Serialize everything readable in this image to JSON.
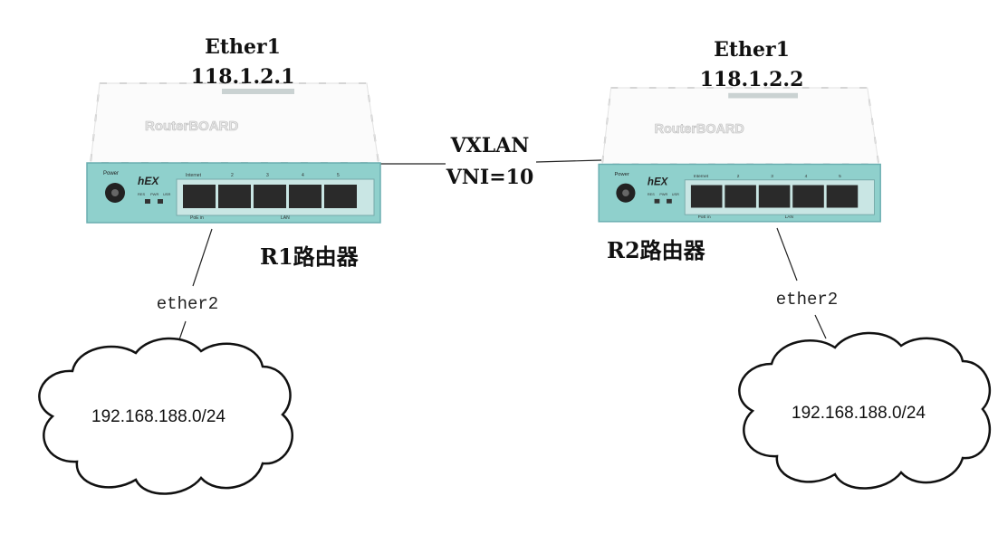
{
  "vxlan": {
    "line1": "VXLAN",
    "line2": "VNI=10"
  },
  "routers": [
    {
      "name": "R1路由器",
      "iface_name": "Ether1",
      "iface_ip": "118.1.2.1",
      "lan_iface": "ether2",
      "lan_subnet": "192.168.188.0/24",
      "device": {
        "brand": "RouterBOARD",
        "model": "hEX",
        "power": "Power",
        "ports": [
          "Internet",
          "2",
          "3",
          "4",
          "5"
        ],
        "poe": "PoE in",
        "lan": "LAN",
        "leds": [
          "RES",
          "PWR",
          "USR"
        ]
      }
    },
    {
      "name": "R2路由器",
      "iface_name": "Ether1",
      "iface_ip": "118.1.2.2",
      "lan_iface": "ether2",
      "lan_subnet": "192.168.188.0/24",
      "device": {
        "brand": "RouterBOARD",
        "model": "hEX",
        "power": "Power",
        "ports": [
          "Internet",
          "2",
          "3",
          "4",
          "5"
        ],
        "poe": "PoE in",
        "lan": "LAN",
        "leds": [
          "RES",
          "PWR",
          "USR"
        ]
      }
    }
  ],
  "colors": {
    "panel": "#8fd0cc",
    "line": "#222222"
  }
}
